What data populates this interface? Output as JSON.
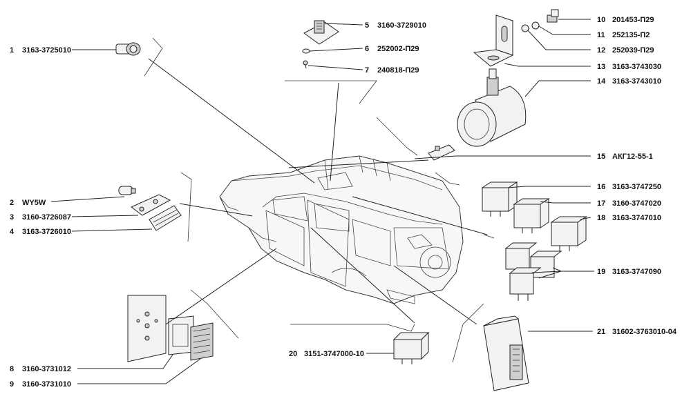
{
  "callouts": [
    {
      "num": "1",
      "part": "3163-3725010"
    },
    {
      "num": "2",
      "part": "WY5W"
    },
    {
      "num": "3",
      "part": "3160-3726087"
    },
    {
      "num": "4",
      "part": "3163-3726010"
    },
    {
      "num": "5",
      "part": "3160-3729010"
    },
    {
      "num": "6",
      "part": "252002-П29"
    },
    {
      "num": "7",
      "part": "240818-П29"
    },
    {
      "num": "8",
      "part": "3160-3731012"
    },
    {
      "num": "9",
      "part": "3160-3731010"
    },
    {
      "num": "10",
      "part": "201453-П29"
    },
    {
      "num": "11",
      "part": "252135-П2"
    },
    {
      "num": "12",
      "part": "252039-П29"
    },
    {
      "num": "13",
      "part": "3163-3743030"
    },
    {
      "num": "14",
      "part": "3163-3743010"
    },
    {
      "num": "15",
      "part": "АКГ12-55-1"
    },
    {
      "num": "16",
      "part": "3163-3747250"
    },
    {
      "num": "17",
      "part": "3160-3747020"
    },
    {
      "num": "18",
      "part": "3163-3747010"
    },
    {
      "num": "19",
      "part": "3163-3747090"
    },
    {
      "num": "20",
      "part": "3151-3747000-10"
    },
    {
      "num": "21",
      "part": "31602-3763010-04"
    }
  ]
}
